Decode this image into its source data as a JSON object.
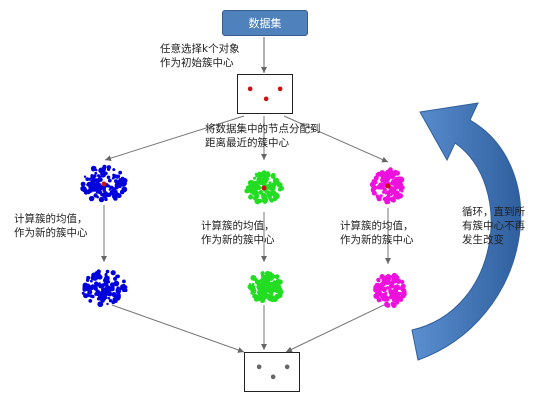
{
  "dataset_label": "数据集",
  "step_select": "任意选择k个对象\n作为初始簇中心",
  "step_assign": "将数据集中的节点分配到\n距离最近的簇中心",
  "step_mean_left": "计算簇的均值，\n作为新的簇中心",
  "step_mean_mid": "计算簇的均值，\n作为新的簇中心",
  "step_mean_right": "计算簇的均值，\n作为新的簇中心",
  "loop_text": "循环，直到所\n有簇中心不再\n发生改变",
  "colors": {
    "cluster_blue": "#0000dd",
    "cluster_green": "#22dd22",
    "cluster_magenta": "#ee11dd",
    "initial_centers": "#cc1111",
    "final_centers": "#666666",
    "loop_arrow": "#3a6fb0"
  }
}
